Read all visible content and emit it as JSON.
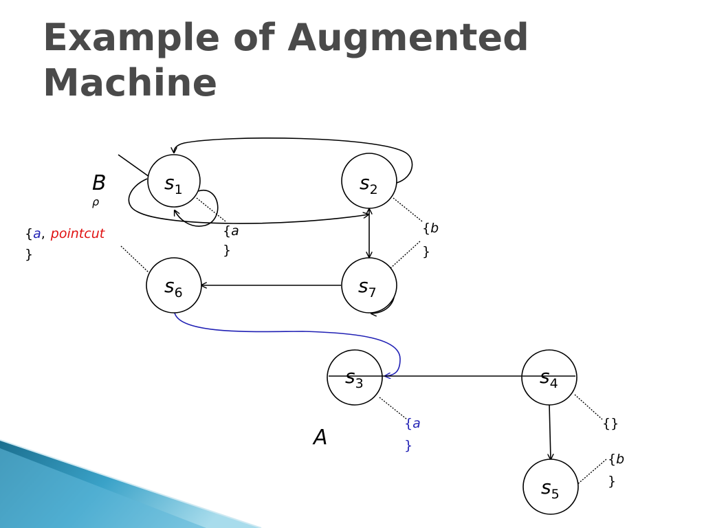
{
  "title": {
    "line1": "Example of Augmented",
    "line2": "Machine"
  },
  "machines": {
    "B": {
      "name": "B",
      "subscript": "ρ"
    },
    "A": {
      "name": "A"
    }
  },
  "states": {
    "s1": {
      "letter": "s",
      "index": "1"
    },
    "s2": {
      "letter": "s",
      "index": "2"
    },
    "s3": {
      "letter": "s",
      "index": "3"
    },
    "s4": {
      "letter": "s",
      "index": "4"
    },
    "s5": {
      "letter": "s",
      "index": "5"
    },
    "s6": {
      "letter": "s",
      "index": "6"
    },
    "s7": {
      "letter": "s",
      "index": "7"
    }
  },
  "labels": {
    "s1": {
      "open": "{",
      "prop": "a",
      "close": "}"
    },
    "s2": {
      "open": "{",
      "prop": "b",
      "close": "}"
    },
    "s6": {
      "open": "{",
      "prop": "a",
      "sep": ",",
      "pointcut": "pointcut",
      "close": "}"
    },
    "s7": {
      "open": "{",
      "prop": "b",
      "close": "}"
    },
    "s3": {
      "open": "{",
      "prop": "a",
      "close": "}"
    },
    "s4": {
      "text": "{}"
    },
    "s5": {
      "open": "{",
      "prop": "b",
      "close": "}"
    }
  },
  "colors": {
    "title": "#4a4a4a",
    "line": "#000000",
    "blue": "#1f1fb4",
    "red": "#e01010",
    "ribbon_dark": "#1b6f8f",
    "ribbon_light": "#7cc7e0"
  }
}
